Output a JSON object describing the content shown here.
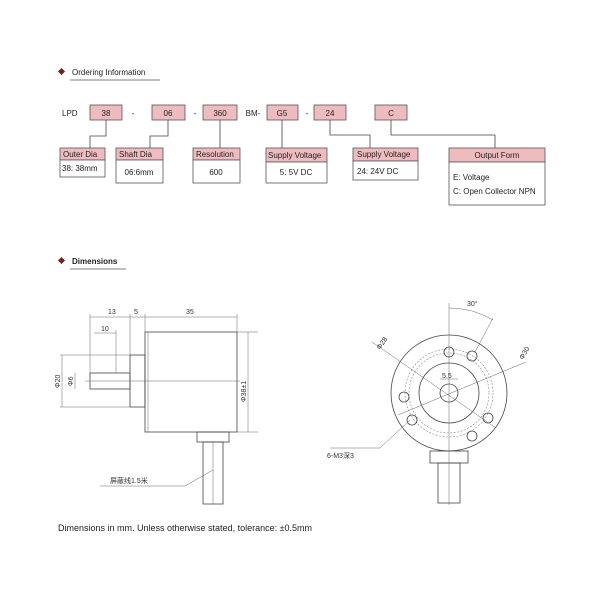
{
  "ordering": {
    "title": "Ordering Information",
    "prefix": "LPD",
    "codes": [
      "38",
      "06",
      "360",
      "G5",
      "24",
      "C"
    ],
    "separators": [
      "-",
      "-",
      "BM-",
      "-"
    ],
    "fields": [
      {
        "label": "Outer Dia",
        "values": [
          "38: 38mm"
        ]
      },
      {
        "label": "Shaft Dia",
        "values": [
          "06:6mm"
        ]
      },
      {
        "label": "Resolution",
        "values": [
          "600"
        ]
      },
      {
        "label": "Supply Voltage",
        "values": [
          "5: 5V DC"
        ]
      },
      {
        "label": "Supply Voltage",
        "values": [
          "24: 24V DC"
        ]
      },
      {
        "label": "Output Form",
        "values": [
          "E: Voltage",
          "C: Open Collector NPN"
        ]
      }
    ]
  },
  "dimensions": {
    "title": "Dimensions",
    "side": {
      "d13": "13",
      "d5": "5",
      "d35": "35",
      "d10": "10",
      "phi20": "Φ20",
      "phi6": "Φ6",
      "phi38": "Φ38±1",
      "cable": "屏蔽线1.5米"
    },
    "front": {
      "angle": "30°",
      "phi28": "Φ28",
      "phi30": "Φ30",
      "flat": "5.5",
      "holes": "6-M3深3"
    },
    "note": "Dimensions in mm. Unless otherwise stated, tolerance: ±0.5mm"
  },
  "colors": {
    "accent": "#eebcbf",
    "bullet": "#7a1f1f"
  }
}
